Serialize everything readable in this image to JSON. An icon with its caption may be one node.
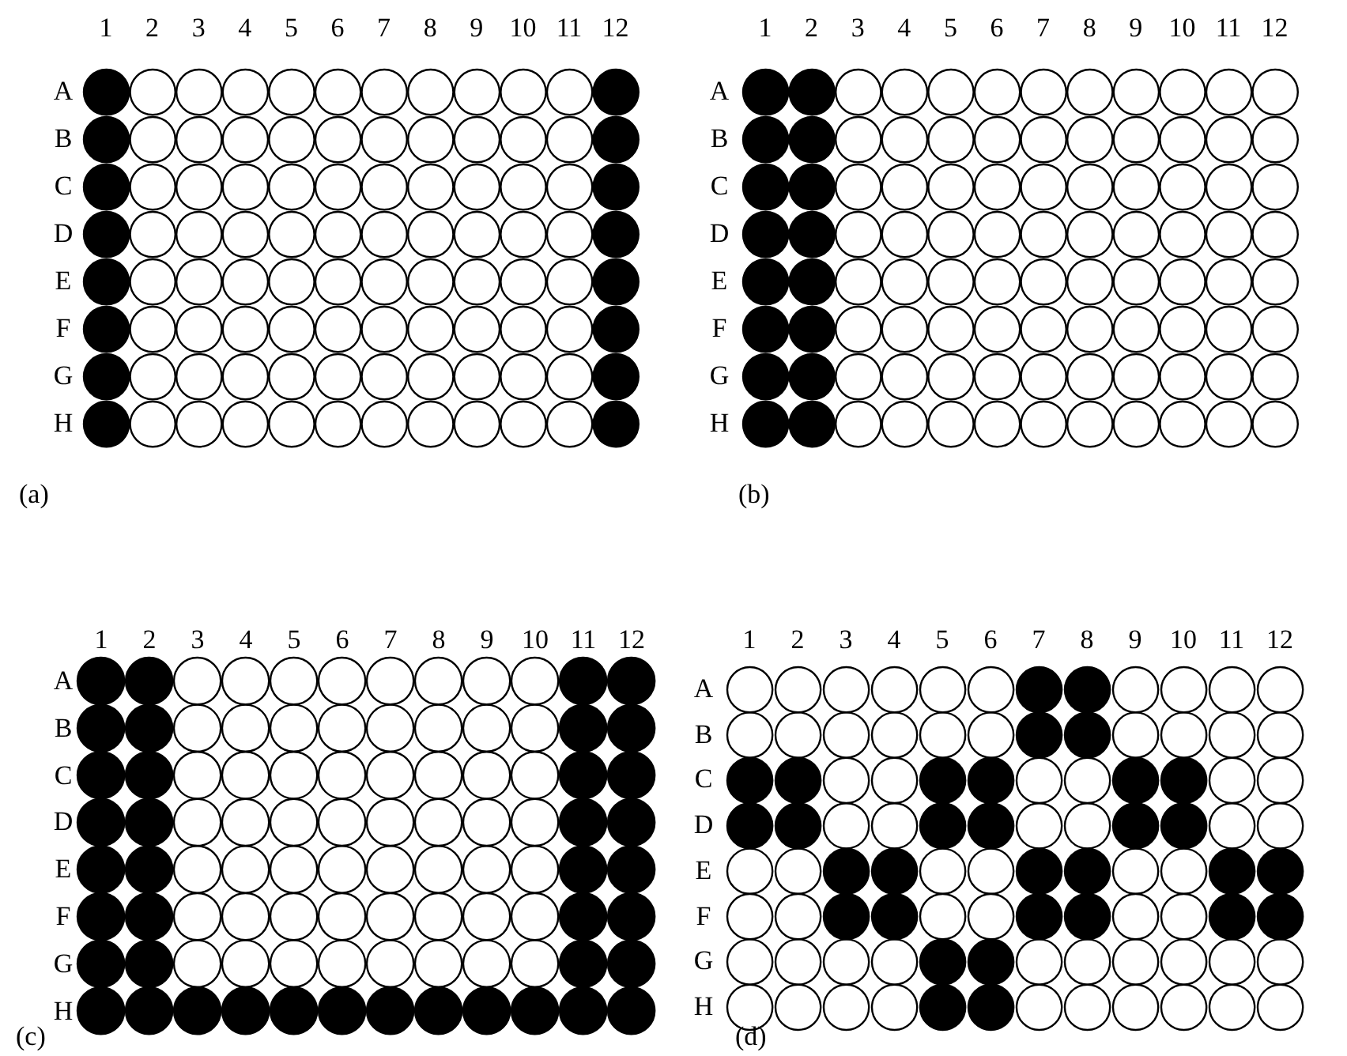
{
  "diagram": {
    "labels": [
      "1",
      "2",
      "3",
      "4",
      "5",
      "6",
      "7",
      "8",
      "9",
      "10",
      "11",
      "12",
      "A",
      "B",
      "C",
      "D",
      "E",
      "F",
      "G",
      "H",
      "(a)",
      "1",
      "2",
      "3",
      "4",
      "5",
      "6",
      "7",
      "8",
      "9",
      "10",
      "11",
      "12",
      "A",
      "B",
      "C",
      "D",
      "E",
      "F",
      "G",
      "H",
      "(b)",
      "1",
      "2",
      "3",
      "4",
      "5",
      "6",
      "7",
      "8",
      "9",
      "10",
      "11",
      "12",
      "A",
      "B",
      "C",
      "D",
      "E",
      "F",
      "G",
      "H",
      "(c)",
      "1",
      "2",
      "3",
      "4",
      "5",
      "6",
      "7",
      "8",
      "9",
      "10",
      "11",
      "12",
      "A",
      "B",
      "C",
      "D",
      "E",
      "F",
      "G",
      "H",
      "(d)"
    ]
  }
}
